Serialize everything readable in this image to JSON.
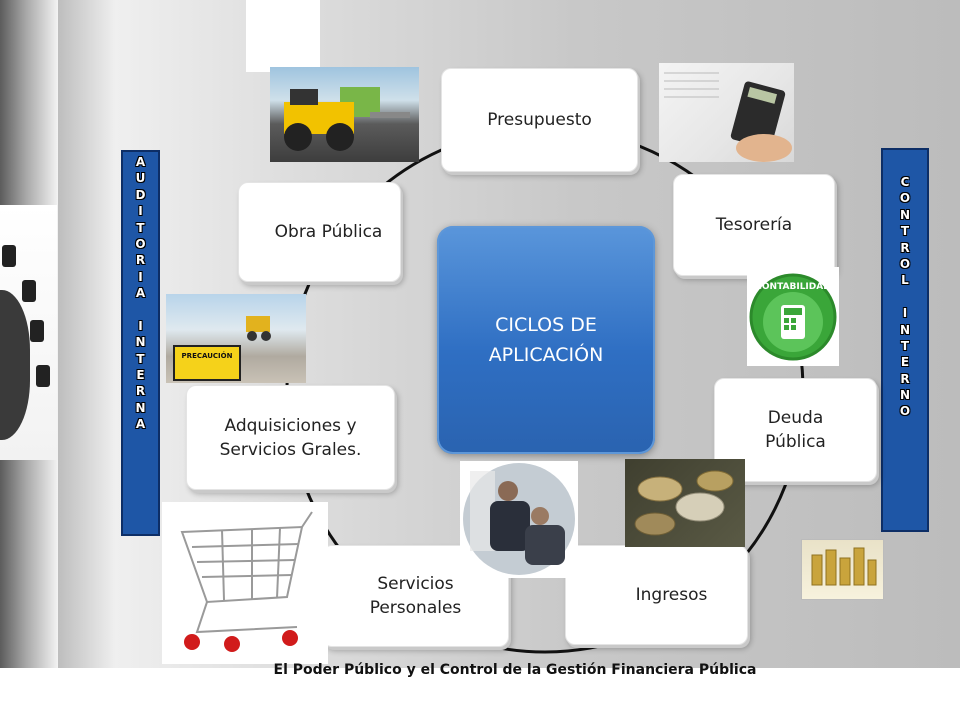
{
  "cycle": {
    "center_label_line1": "CICLOS  DE",
    "center_label_line2": "APLICACIÓN",
    "nodes": [
      {
        "line1": "Presupuesto",
        "line2": ""
      },
      {
        "line1": "Tesorería",
        "line2": ""
      },
      {
        "line1": "Deuda",
        "line2": "Pública"
      },
      {
        "line1": "Ingresos",
        "line2": ""
      },
      {
        "line1": "Servicios",
        "line2": "Personales"
      },
      {
        "line1": "Adquisiciones y",
        "line2": "Servicios Grales."
      },
      {
        "line1": "Obra Pública",
        "line2": ""
      }
    ]
  },
  "auditoria_letters": [
    "A",
    "U",
    "D",
    "I",
    "T",
    "O",
    "R",
    "I",
    "A",
    "",
    "I",
    "N",
    "T",
    "E",
    "R",
    "N",
    "A"
  ],
  "control_letters": [
    "C",
    "O",
    "N",
    "T",
    "R",
    "O",
    "L",
    "",
    "I",
    "N",
    "T",
    "E",
    "R",
    "N",
    "O"
  ],
  "images": {
    "precaucion_sign": "PRECAUCIÓN",
    "contabilidad_logo": "CONTABILIDAD"
  },
  "footer": "El Poder Público y el Control de la Gestión Financiera Pública",
  "colors": {
    "banner_blue": "#1e56a6",
    "center_blue": "#2f6fc3",
    "node_bg": "#ffffff"
  },
  "icons": [
    "calculator-icon",
    "shopping-cart-icon",
    "coins-icon",
    "road-roller-icon"
  ]
}
